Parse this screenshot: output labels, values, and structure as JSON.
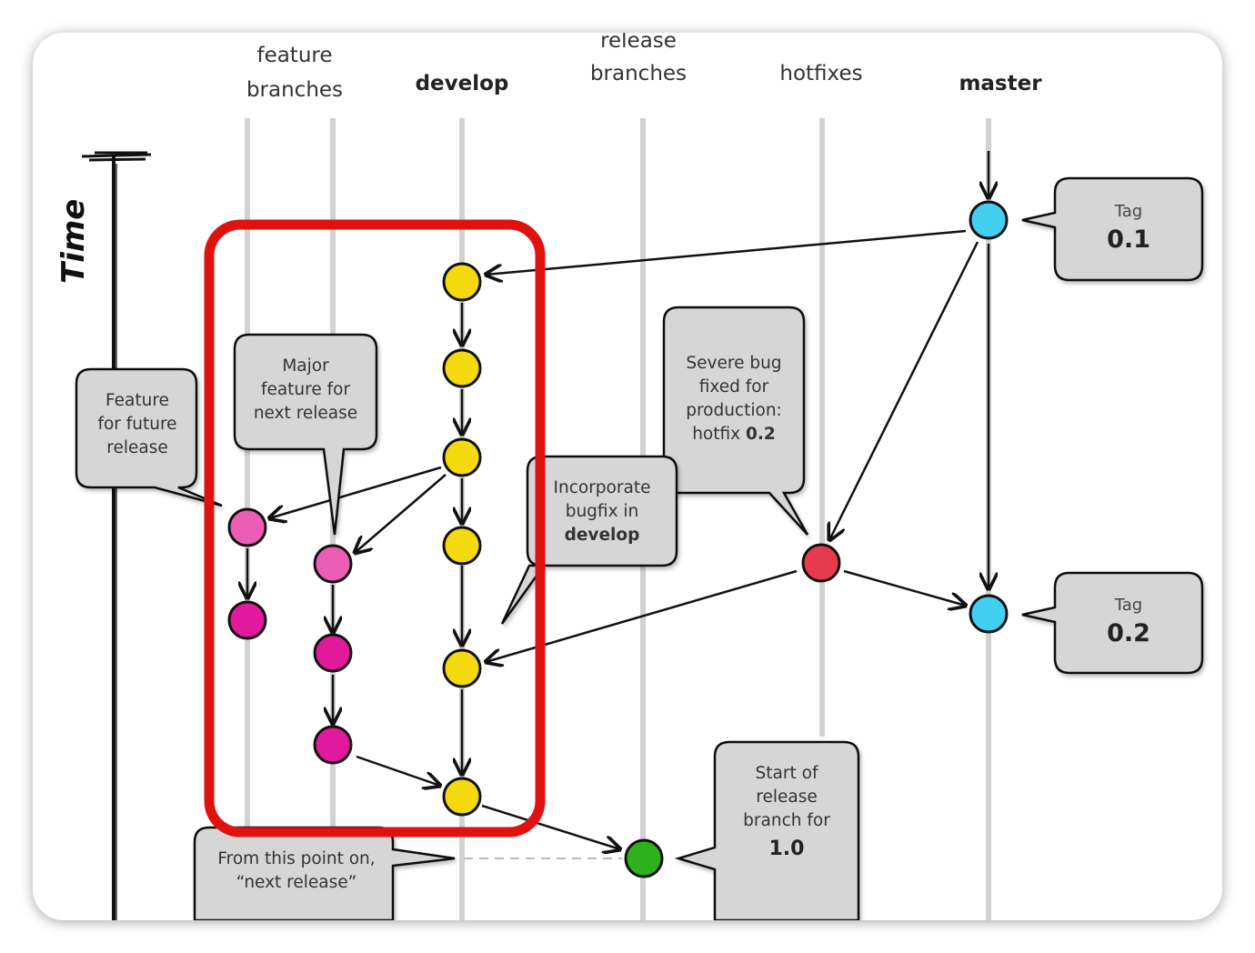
{
  "columns": {
    "feature": [
      "feature",
      "branches"
    ],
    "develop": "develop",
    "release": [
      "release",
      "branches"
    ],
    "hotfixes": "hotfixes",
    "master": "master"
  },
  "time_label": "Time",
  "bubbles": {
    "feature_future": [
      "Feature",
      "for future",
      "release"
    ],
    "major_feature": [
      "Major",
      "feature for",
      "next release"
    ],
    "severe_bug": [
      "Severe bug",
      "fixed for",
      "production:",
      "hotfix",
      "0.2"
    ],
    "incorporate": [
      "Incorporate",
      "bugfix in",
      "develop"
    ],
    "start_release": [
      "Start of",
      "release",
      "branch for",
      "1.0"
    ],
    "from_this_point": [
      "From this point on,",
      "“next release”"
    ]
  },
  "tags": [
    {
      "label": "Tag",
      "version": "0.1"
    },
    {
      "label": "Tag",
      "version": "0.2"
    }
  ],
  "colors": {
    "develop_commit": "#f5d90f",
    "feature_commit_light": "#ec5eb4",
    "feature_commit_dark": "#e2189d",
    "hotfix_commit": "#e83a4f",
    "master_commit": "#43d0f0",
    "release_commit": "#2eb11d",
    "highlight_box": "#e0120f"
  }
}
